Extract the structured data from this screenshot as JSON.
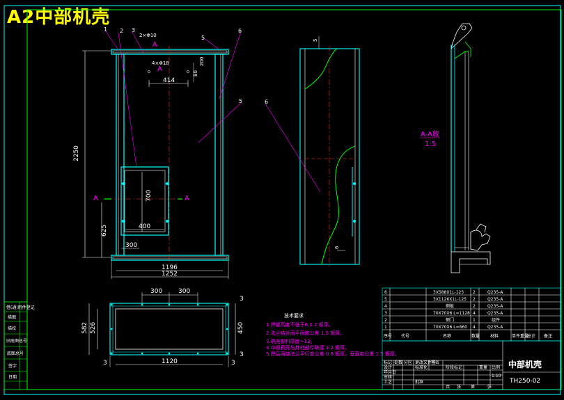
{
  "drawing": {
    "header_title": "A2中部机壳",
    "section_label": "A",
    "section_view_label": "A-A放",
    "section_view_scale": "1:5"
  },
  "front_view": {
    "dims": {
      "top_hole": "2×Φ10",
      "mid_hole": "4×Φ18",
      "w414": "414",
      "d80": "80",
      "d200": "200",
      "h2250": "2250",
      "w400": "400",
      "h700": "700",
      "h625": "625",
      "w300": "300",
      "w1196": "1196",
      "w1252": "1252"
    },
    "part_numbers": [
      "1",
      "2",
      "3",
      "5",
      "6",
      "5"
    ]
  },
  "side_view": {
    "dims": {
      "top5": "5",
      "bot6": "6"
    },
    "part_number": "6"
  },
  "top_view": {
    "dims": {
      "w300a": "300",
      "w300b": "300",
      "h582": "582",
      "h526": "526",
      "h450": "450",
      "d3a": "3",
      "d3b": "3",
      "d3c": "3",
      "d3d": "3",
      "w1120": "1120"
    }
  },
  "notes": {
    "title": "技术要求",
    "items": [
      "1.焊缝高度不低于6,1.2 板厚。",
      "2.法兰结合面平面度公差 1.5 板厚。",
      "3.机壳板料厚度>13。",
      "4.中部机壳与其他部件联接 1.2 板厚。",
      "5.焊后两端法兰平行度公差 0.8 板厚，垂直度公差 1.5 板厚。"
    ]
  },
  "bom": {
    "rows": [
      {
        "no": "6",
        "code": "",
        "name": "3X588X1L-125",
        "qty": "2",
        "material": "Q235-A"
      },
      {
        "no": "5",
        "code": "",
        "name": "3X1126X1L-125",
        "qty": "2",
        "material": "Q235-A"
      },
      {
        "no": "4",
        "code": "",
        "name": "侧板",
        "qty": "2",
        "material": "Q235-A"
      },
      {
        "no": "3",
        "code": "",
        "name": "70X70X6 L=1128",
        "qty": "4",
        "material": "Q235-A"
      },
      {
        "no": "2",
        "code": "",
        "name": "侧门",
        "qty": "1",
        "material": "组件"
      },
      {
        "no": "1",
        "code": "",
        "name": "70X70X6 L=660",
        "qty": "4",
        "material": "Q235-A"
      }
    ],
    "header": {
      "no": "序号",
      "code": "代号",
      "name": "名称",
      "qty": "数量",
      "material": "材料",
      "weight": "单件重量",
      "total": "总计",
      "note": "备注"
    }
  },
  "title_block": {
    "name": "中部机壳",
    "code": "TH250-02",
    "scale": "1:10",
    "labels": [
      "标记",
      "处数",
      "分区",
      "更改文件号",
      "签名",
      "年月日",
      "设计",
      "标准化",
      "审核",
      "工艺",
      "批准",
      "阶段标记",
      "重量",
      "比例",
      "共",
      "张",
      "第",
      "张"
    ]
  },
  "left_strip": {
    "labels": [
      "借(通)用件登记",
      "描图",
      "描校",
      "旧底图总号",
      "底图总号",
      "签字",
      "日期"
    ]
  }
}
